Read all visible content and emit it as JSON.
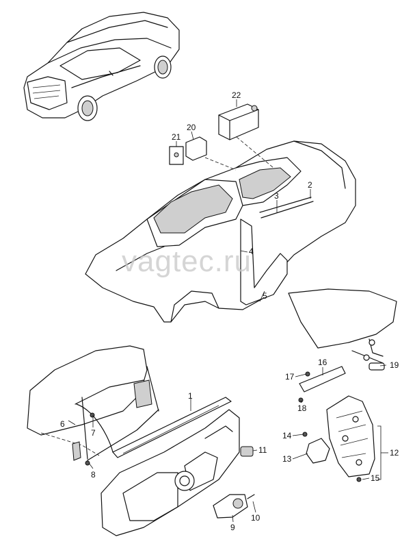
{
  "diagram": {
    "watermark": "vagtec.ru",
    "callouts": [
      {
        "id": "c1",
        "label": "1"
      },
      {
        "id": "c2",
        "label": "2"
      },
      {
        "id": "c3",
        "label": "3"
      },
      {
        "id": "c4",
        "label": "4"
      },
      {
        "id": "c5",
        "label": "5"
      },
      {
        "id": "c6",
        "label": "6"
      },
      {
        "id": "c7",
        "label": "7"
      },
      {
        "id": "c8",
        "label": "8"
      },
      {
        "id": "c9",
        "label": "9"
      },
      {
        "id": "c10",
        "label": "10"
      },
      {
        "id": "c11",
        "label": "11"
      },
      {
        "id": "c12",
        "label": "12"
      },
      {
        "id": "c13",
        "label": "13"
      },
      {
        "id": "c14",
        "label": "14"
      },
      {
        "id": "c15",
        "label": "15"
      },
      {
        "id": "c16",
        "label": "16"
      },
      {
        "id": "c17",
        "label": "17"
      },
      {
        "id": "c18",
        "label": "18"
      },
      {
        "id": "c19",
        "label": "19"
      },
      {
        "id": "c20",
        "label": "20"
      },
      {
        "id": "c21",
        "label": "21"
      },
      {
        "id": "c22",
        "label": "22"
      }
    ]
  }
}
